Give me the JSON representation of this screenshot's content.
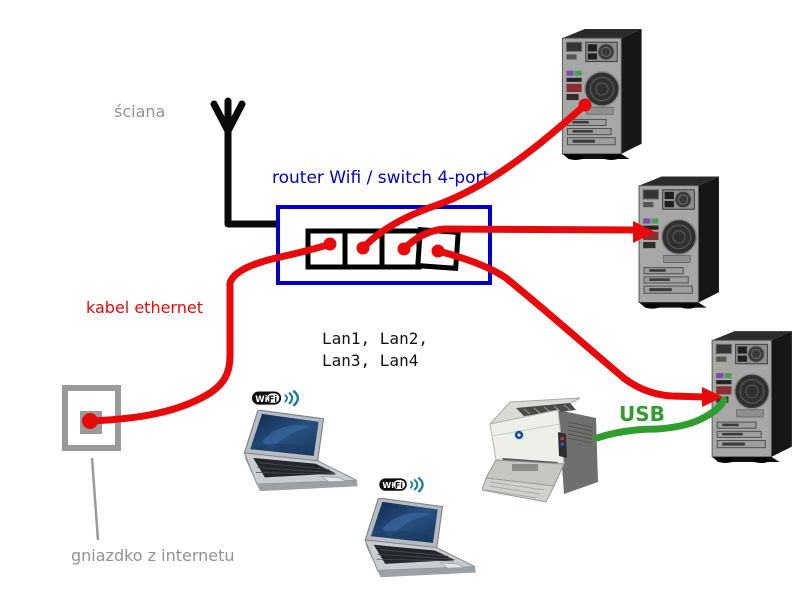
{
  "labels": {
    "wall": "ściana",
    "router_title": "router Wifi / switch 4-port",
    "ethernet_cable": "kabel ethernet",
    "lan_ports_line1": "Lan1, Lan2,",
    "lan_ports_line2": "Lan3, Lan4",
    "internet_socket": "gniazdko z internetu",
    "usb": "USB",
    "wifi_badge_wi": "Wi",
    "wifi_badge_fi": "Fi"
  },
  "colors": {
    "ethernet_red": "#e80a0a",
    "router_blue": "#0000c8",
    "usb_green": "#2f9e2f",
    "wifi_teal": "#177f90",
    "muted_gray": "#929292",
    "text_black": "#141414"
  },
  "router": {
    "label": "router Wifi / switch 4-port",
    "ports": [
      "Lan1",
      "Lan2",
      "Lan3",
      "Lan4"
    ]
  },
  "devices": [
    {
      "name": "wall-antenna",
      "type": "antenna",
      "connection": "wall"
    },
    {
      "name": "internet-socket",
      "type": "wall-socket",
      "connection": "ethernet"
    },
    {
      "name": "router-switch",
      "type": "router-wifi-switch-4-port"
    },
    {
      "name": "desktop-tower-1",
      "type": "desktop-pc",
      "connection": "ethernet"
    },
    {
      "name": "desktop-tower-2",
      "type": "desktop-pc",
      "connection": "ethernet"
    },
    {
      "name": "desktop-tower-3",
      "type": "desktop-pc",
      "connection": "ethernet"
    },
    {
      "name": "laptop-1",
      "type": "laptop",
      "connection": "wifi"
    },
    {
      "name": "laptop-2",
      "type": "laptop",
      "connection": "wifi"
    },
    {
      "name": "printer",
      "type": "laser-printer",
      "connection": "usb"
    }
  ]
}
